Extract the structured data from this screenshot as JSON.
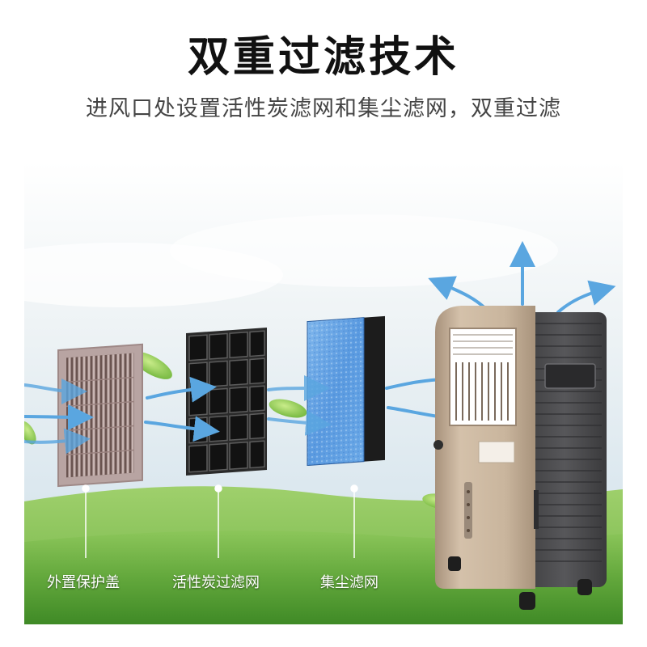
{
  "headline": "双重过滤技术",
  "subline": "进风口处设置活性炭滤网和集尘滤网，双重过滤",
  "filter_labels": [
    "外置保护盖",
    "活性炭过滤网",
    "集尘滤网"
  ],
  "colors": {
    "sky": "#e4eef4",
    "grass": "#6bb040",
    "arrow": "#5aa6e0",
    "cover_frame": "#b8a4a2",
    "carbon_grid": "#1e1e1e",
    "dust_filter": "#5c9ce0",
    "cooler_body": "#c2ad94",
    "cooler_side": "#4a4a4c"
  }
}
